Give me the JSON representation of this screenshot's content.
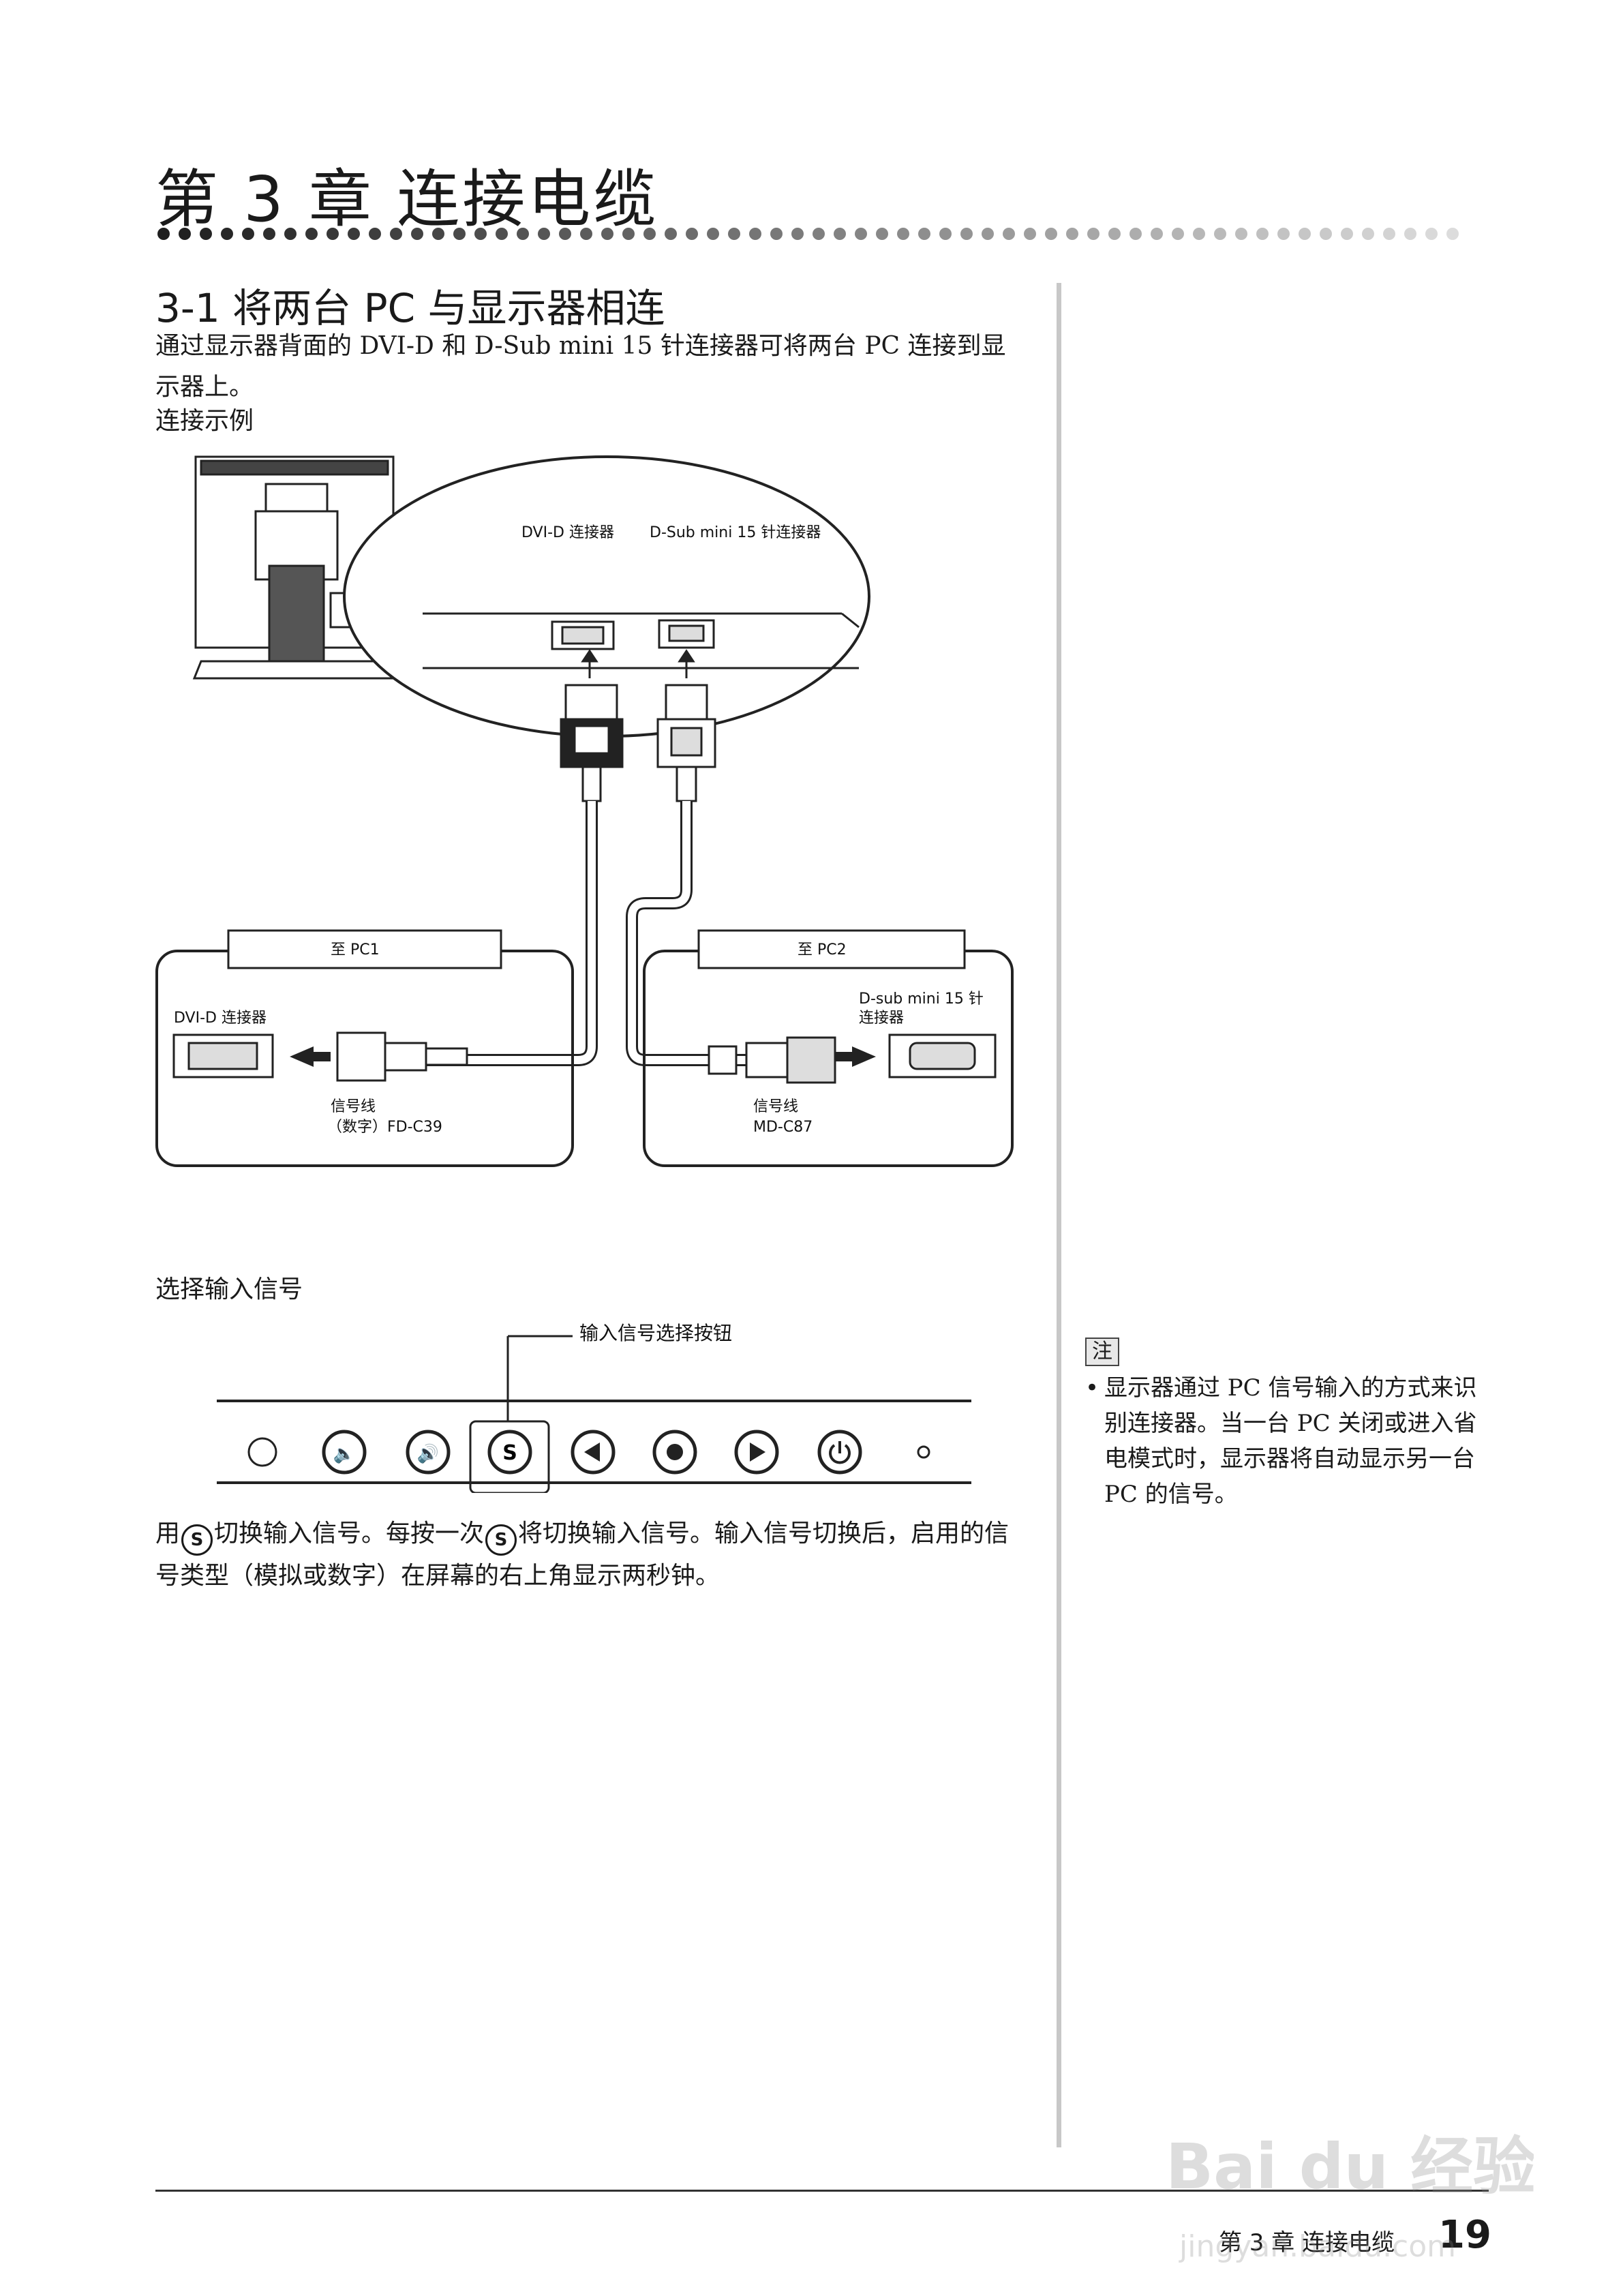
{
  "chapter": {
    "title": "第 3 章 连接电缆"
  },
  "section": {
    "title": "3-1  将两台 PC 与显示器相连",
    "intro": "通过显示器背面的 DVI-D 和 D-Sub mini 15 针连接器可将两台 PC 连接到显示器上。",
    "example_label": "连接示例"
  },
  "diagram": {
    "dvi_connector_label": "DVI-D 连接器",
    "dsub_connector_label": "D-Sub mini 15 针连接器",
    "to_pc1": "至 PC1",
    "to_pc2": "至 PC2",
    "pc1_port_label": "DVI-D 连接器",
    "pc2_port_label_line1": "D-sub mini 15 针",
    "pc2_port_label_line2": "连接器",
    "cable1_line1": "信号线",
    "cable1_line2": "（数字）FD-C39",
    "cable2_line1": "信号线",
    "cable2_line2": "MD-C87"
  },
  "input_select": {
    "label": "选择输入信号",
    "button_callout": "输入信号选择按钮",
    "s_button": "S"
  },
  "body": {
    "p1": "用",
    "p2": "切换输入信号。每按一次",
    "p3": "将切换输入信号。输入信号切换后，启用的信号类型（模拟或数字）在屏幕的右上角显示两秒钟。"
  },
  "note": {
    "tag": "注",
    "items": [
      "显示器通过 PC 信号输入的方式来识别连接器。当一台 PC 关闭或进入省电模式时，显示器将自动显示另一台 PC 的信号。"
    ]
  },
  "footer": {
    "text": "第 3 章  连接电缆",
    "page_number": "19"
  },
  "watermark": {
    "line1": "Bai du 经验",
    "line2": "jingyan.baidu.com"
  }
}
